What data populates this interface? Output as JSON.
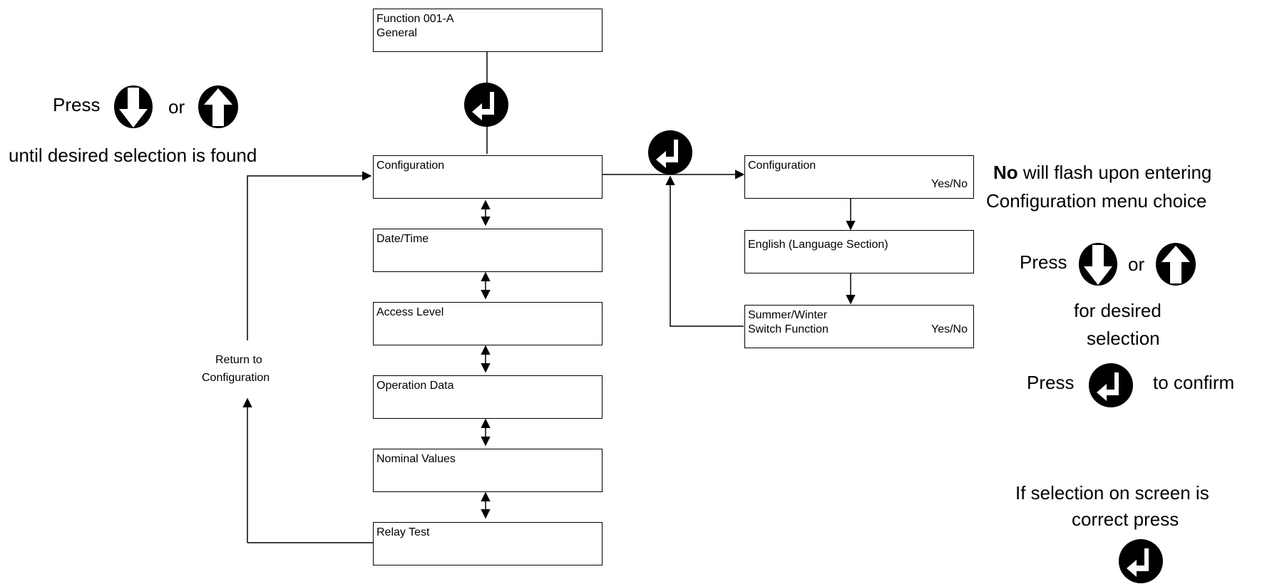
{
  "colors": {
    "ink": "#000000",
    "paper": "#ffffff"
  },
  "icons": {
    "down": "down-arrow-key-icon",
    "up": "up-arrow-key-icon",
    "enter": "enter-key-icon"
  },
  "boxes": {
    "function": {
      "line1": "Function 001-A",
      "line2": "General"
    },
    "configuration": "Configuration",
    "date_time": "Date/Time",
    "access_level": "Access Level",
    "operation_data": "Operation Data",
    "nominal_values": "Nominal Values",
    "relay_test": "Relay Test"
  },
  "submenu": {
    "configuration": {
      "label": "Configuration",
      "value": "Yes/No"
    },
    "english": "English (Language Section)",
    "summer_winter": {
      "line1": "Summer/Winter",
      "line2": "Switch Function",
      "value": "Yes/No"
    }
  },
  "left_instructions": {
    "press": "Press",
    "or": "or",
    "until": "until desired selection is found"
  },
  "return_label": {
    "line1": "Return to",
    "line2": "Configuration"
  },
  "right_instructions": {
    "no_bold": "No",
    "flash_rest": " will flash upon entering",
    "flash_line2": "Configuration menu choice",
    "press": "Press",
    "or": "or",
    "for_desired": "for desired",
    "selection": "selection",
    "press2": "Press",
    "to_confirm": "to confirm",
    "if_selection": "If selection on screen is",
    "correct_press": "correct press"
  }
}
